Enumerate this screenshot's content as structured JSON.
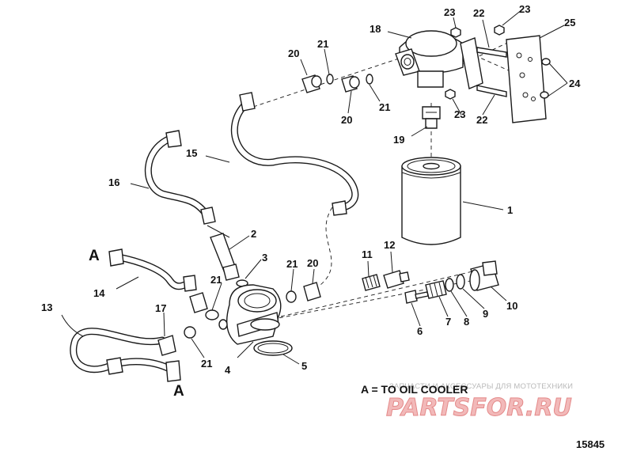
{
  "callouts": {
    "c1": "1",
    "c2": "2",
    "c3": "3",
    "c4": "4",
    "c5": "5",
    "c6": "6",
    "c7": "7",
    "c8": "8",
    "c9": "9",
    "c10": "10",
    "c11": "11",
    "c12": "12",
    "c13": "13",
    "c14": "14",
    "c15": "15",
    "c16": "16",
    "c17": "17",
    "c18": "18",
    "c19": "19",
    "c20a": "20",
    "c20b": "20",
    "c20c": "20",
    "c21a": "21",
    "c21b": "21",
    "c21c": "21",
    "c21d": "21",
    "c21e": "21",
    "c22a": "22",
    "c22b": "22",
    "c23a": "23",
    "c23b": "23",
    "c23c": "23",
    "c24": "24",
    "c25": "25"
  },
  "connection_labels": {
    "a_top": "A",
    "a_bottom": "A"
  },
  "legend": "A = TO OIL COOLER",
  "figure_number": "15845",
  "watermark": {
    "tagline": "ЗАПЧАСТИ И АКСЕССУАРЫ ДЛЯ МОТОТЕХНИКИ",
    "brand": "PARTSFOR.RU"
  }
}
